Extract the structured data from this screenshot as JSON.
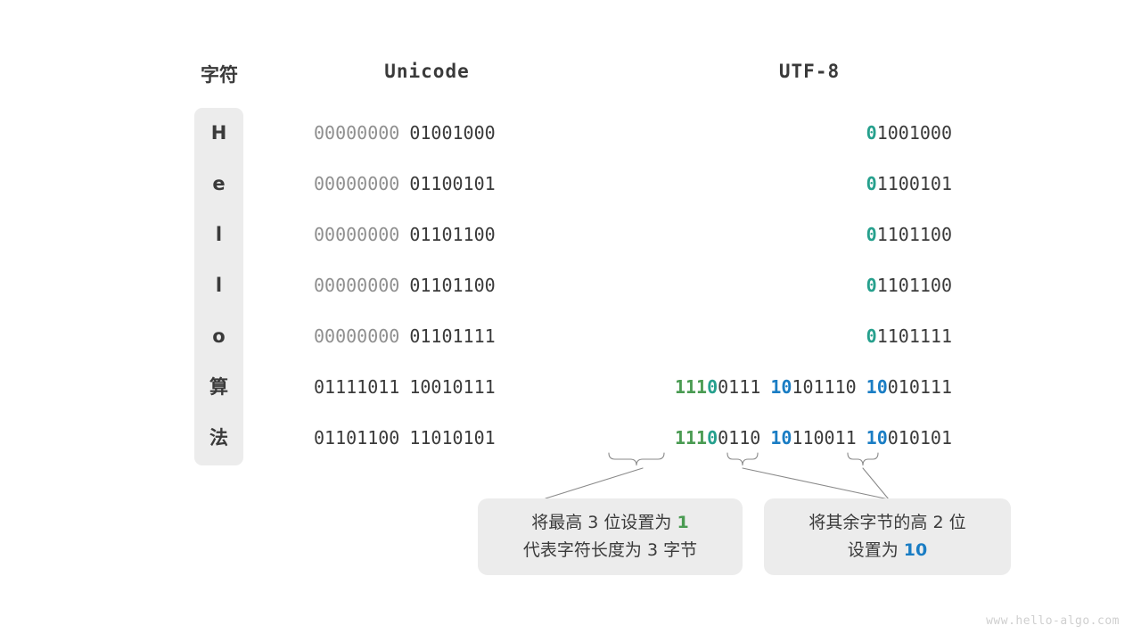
{
  "headers": {
    "character": "字符",
    "unicode": "Unicode",
    "utf8": "UTF-8"
  },
  "colors": {
    "green": "#4a9b52",
    "teal": "#26a08d",
    "blue": "#1a7dc4",
    "dark": "#3a3a3a",
    "dim": "#8f8f8f",
    "panel": "#ececec",
    "background": "#ffffff",
    "watermark": "#cfcfcf"
  },
  "rows": [
    {
      "character": "H",
      "unicode": {
        "byte1": "00000000",
        "byte2": "01001000"
      },
      "utf8": [
        {
          "prefix": "0",
          "prefix_color": "teal",
          "rest": "1001000"
        }
      ]
    },
    {
      "character": "e",
      "unicode": {
        "byte1": "00000000",
        "byte2": "01100101"
      },
      "utf8": [
        {
          "prefix": "0",
          "prefix_color": "teal",
          "rest": "1100101"
        }
      ]
    },
    {
      "character": "l",
      "unicode": {
        "byte1": "00000000",
        "byte2": "01101100"
      },
      "utf8": [
        {
          "prefix": "0",
          "prefix_color": "teal",
          "rest": "1101100"
        }
      ]
    },
    {
      "character": "l",
      "unicode": {
        "byte1": "00000000",
        "byte2": "01101100"
      },
      "utf8": [
        {
          "prefix": "0",
          "prefix_color": "teal",
          "rest": "1101100"
        }
      ]
    },
    {
      "character": "o",
      "unicode": {
        "byte1": "00000000",
        "byte2": "01101111"
      },
      "utf8": [
        {
          "prefix": "0",
          "prefix_color": "teal",
          "rest": "1101111"
        }
      ]
    },
    {
      "character": "算",
      "unicode": {
        "byte1": "01111011",
        "byte2": "10010111"
      },
      "utf8": [
        {
          "prefix": "111",
          "prefix_color": "green",
          "prefix2": "0",
          "prefix2_color": "teal",
          "rest": "0111"
        },
        {
          "prefix": "10",
          "prefix_color": "blue",
          "rest": "101110"
        },
        {
          "prefix": "10",
          "prefix_color": "blue",
          "rest": "010111"
        }
      ]
    },
    {
      "character": "法",
      "unicode": {
        "byte1": "01101100",
        "byte2": "11010101"
      },
      "utf8": [
        {
          "prefix": "111",
          "prefix_color": "green",
          "prefix2": "0",
          "prefix2_color": "teal",
          "rest": "0110"
        },
        {
          "prefix": "10",
          "prefix_color": "blue",
          "rest": "110011"
        },
        {
          "prefix": "10",
          "prefix_color": "blue",
          "rest": "010101"
        }
      ]
    }
  ],
  "callouts": {
    "left": {
      "line1_a": "将最高 3 位设置为 ",
      "line1_hl": "1",
      "line2": "代表字符长度为 3 字节"
    },
    "right": {
      "line1": "将其余字节的高 2 位",
      "line2_a": "设置为 ",
      "line2_hl": "10"
    }
  },
  "watermark": "www.hello-algo.com"
}
